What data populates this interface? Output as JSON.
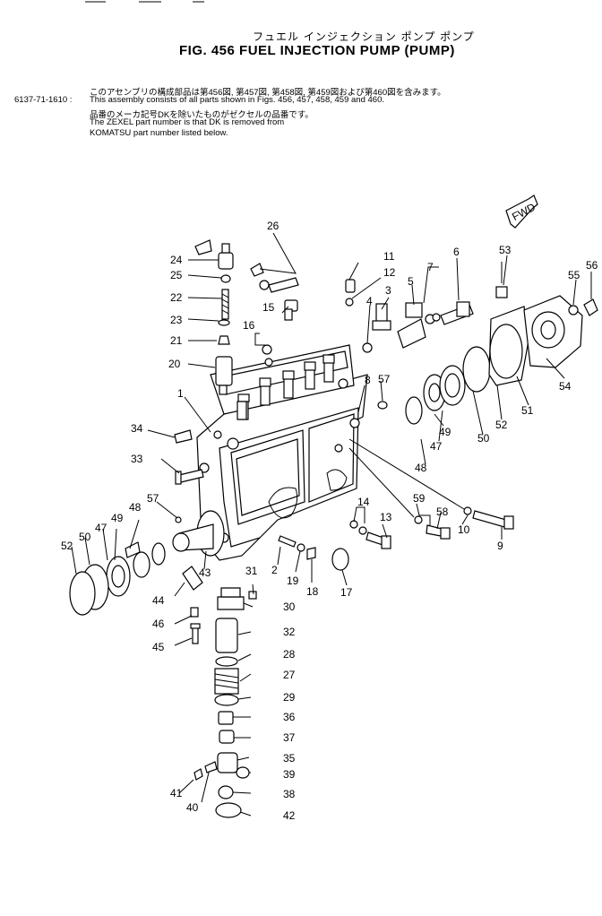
{
  "header": {
    "title_jp": "フュエル インジェクション ポンプ ポンプ",
    "title_en": "FIG. 456  FUEL  INJECTION  PUMP (PUMP)",
    "part_number": "6137-71-1610 :",
    "notes": [
      "このアセンブリの構成部品は第456図, 第457図, 第458図, 第459図および第460図を含みます。",
      "This assembly consists of all parts shown in Figs. 456, 457, 458, 459 and 460.",
      "品番のメーカ記号DKを除いたものがゼクセルの品番です。",
      "The ZEXEL part number is that DK is removed from",
      "KOMATSU part number listed below."
    ]
  },
  "diagram": {
    "fwd_label": "FWD",
    "callouts": [
      "1",
      "2",
      "3",
      "4",
      "5",
      "6",
      "7",
      "8",
      "9",
      "10",
      "11",
      "12",
      "13",
      "14",
      "15",
      "16",
      "17",
      "18",
      "19",
      "20",
      "21",
      "22",
      "23",
      "24",
      "25",
      "26",
      "27",
      "28",
      "29",
      "30",
      "31",
      "32",
      "33",
      "34",
      "35",
      "36",
      "37",
      "38",
      "39",
      "40",
      "41",
      "42",
      "43",
      "44",
      "45",
      "46",
      "47",
      "48",
      "49",
      "50",
      "51",
      "52",
      "53",
      "54",
      "55",
      "56",
      "57",
      "57",
      "58",
      "59",
      "47",
      "48",
      "49",
      "50",
      "52"
    ]
  }
}
